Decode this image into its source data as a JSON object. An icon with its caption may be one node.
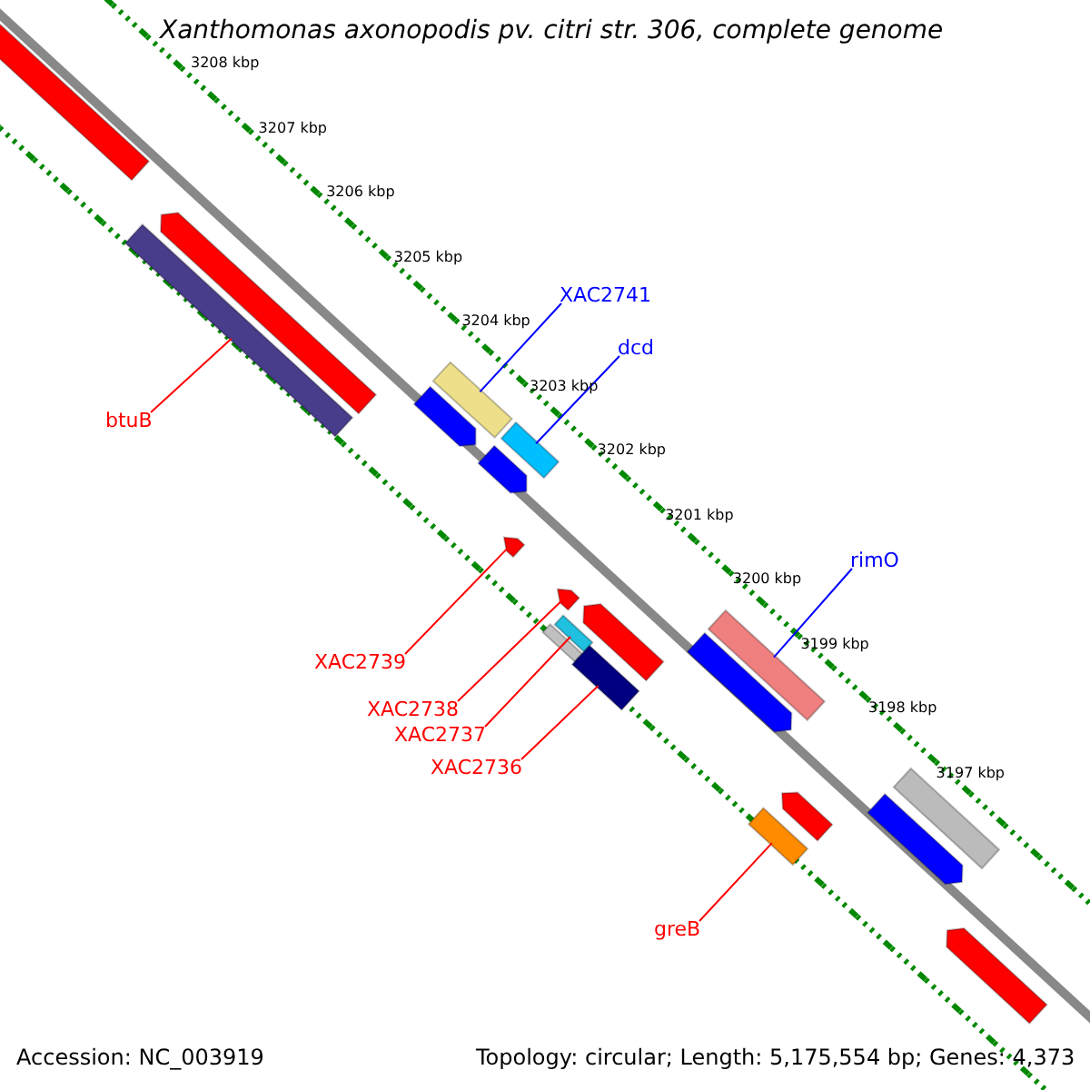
{
  "diagram": {
    "title": "Xanthomonas axonopodis pv. citri str. 306, complete genome",
    "nodes": [
      {
        "text": [
          "XAC2741"
        ]
      },
      {
        "text": [
          "dcd"
        ]
      },
      {
        "text": [
          "btuB"
        ]
      },
      {
        "text": [
          "rimO"
        ]
      },
      {
        "text": [
          "XAC2739"
        ]
      },
      {
        "text": [
          "XAC2738"
        ]
      },
      {
        "text": [
          "XAC2737"
        ]
      },
      {
        "text": [
          "XAC2736"
        ]
      },
      {
        "text": [
          "greB"
        ]
      },
      {
        "text": [],
        "shape": "bar"
      },
      {
        "text": [],
        "shape": "bar"
      },
      {
        "text": [],
        "shape": "bar"
      },
      {
        "text": [],
        "shape": "bar"
      },
      {
        "text": [],
        "shape": "bar"
      },
      {
        "text": [],
        "shape": "bar"
      },
      {
        "text": [],
        "shape": "bar"
      },
      {
        "text": [],
        "shape": "bar"
      },
      {
        "text": [],
        "shape": "bar"
      },
      {
        "text": [],
        "shape": "bar"
      },
      {
        "text": [],
        "shape": "bar"
      },
      {
        "text": [],
        "shape": "bar"
      },
      {
        "text": [],
        "shape": "bar"
      },
      {
        "text": [],
        "shape": "bar"
      },
      {
        "text": [],
        "shape": "bar"
      },
      {
        "text": [],
        "shape": "bar"
      },
      {
        "text": [],
        "shape": "bar"
      },
      {
        "text": [],
        "shape": "bar"
      },
      {
        "text": [],
        "shape": "bar"
      },
      {
        "text": [],
        "shape": "bar"
      }
    ],
    "edges": [
      {
        "from": 0,
        "to": 12,
        "arrow": "none",
        "color": "#0000ff"
      },
      {
        "from": 1,
        "to": 14,
        "arrow": "none",
        "color": "#0000ff"
      },
      {
        "from": 2,
        "to": 11,
        "arrow": "none"
      },
      {
        "from": 3,
        "to": 22,
        "arrow": "none",
        "color": "#0000ff"
      },
      {
        "from": 4,
        "to": 16,
        "arrow": "none"
      },
      {
        "from": 5,
        "to": 17,
        "arrow": "none"
      },
      {
        "from": 6,
        "to": 19,
        "arrow": "none"
      },
      {
        "from": 7,
        "to": 21,
        "arrow": "none"
      },
      {
        "from": 8,
        "to": 25,
        "arrow": "none"
      }
    ],
    "labels": [
      "3208 kbp",
      "3207 kbp",
      "3206 kbp",
      "3205 kbp",
      "3204 kbp",
      "3203 kbp",
      "3202 kbp",
      "3201 kbp",
      "3200 kbp",
      "3199 kbp",
      "3198 kbp",
      "3197 kbp",
      "Accession: NC_003919",
      "Topology: circular; Length: 5,175,554 bp; Genes: 4,373"
    ]
  }
}
